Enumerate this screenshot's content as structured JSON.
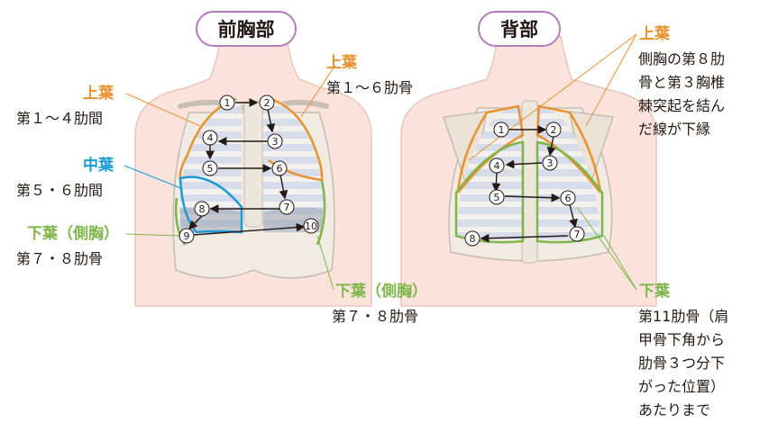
{
  "front": {
    "title": "前胸部",
    "upper_lobe_left": {
      "label": "上葉",
      "desc": "第１～４肋間"
    },
    "middle_lobe": {
      "label": "中葉",
      "desc": "第５・６肋間"
    },
    "lower_lobe_left": {
      "label": "下葉（側胸）",
      "desc": "第７・８肋骨"
    },
    "upper_lobe_right": {
      "label": "上葉",
      "desc": "第１～６肋骨"
    },
    "lower_lobe_right": {
      "label": "下葉（側胸）",
      "desc": "第７・８肋骨"
    },
    "points": [
      "①",
      "②",
      "③",
      "④",
      "⑤",
      "⑥",
      "⑦",
      "⑧",
      "⑨",
      "⑩"
    ]
  },
  "back": {
    "title": "背部",
    "upper_lobe": {
      "label": "上葉",
      "desc_lines": [
        "側胸の第８肋",
        "骨と第３胸椎",
        "棘突起を結ん",
        "だ線が下縁"
      ]
    },
    "lower_lobe": {
      "label": "下葉",
      "desc_lines": [
        "第11肋骨（肩",
        "甲骨下角から",
        "肋骨３つ分下",
        "がった位置）",
        "あたりまで"
      ]
    },
    "points": [
      "①",
      "②",
      "③",
      "④",
      "⑤",
      "⑥",
      "⑦",
      "⑧"
    ]
  },
  "colors": {
    "orange": "#e8922e",
    "blue": "#1a9ad6",
    "green": "#7fb64a",
    "pill_border": "#b27cba",
    "skin": "#fbe3dc"
  }
}
